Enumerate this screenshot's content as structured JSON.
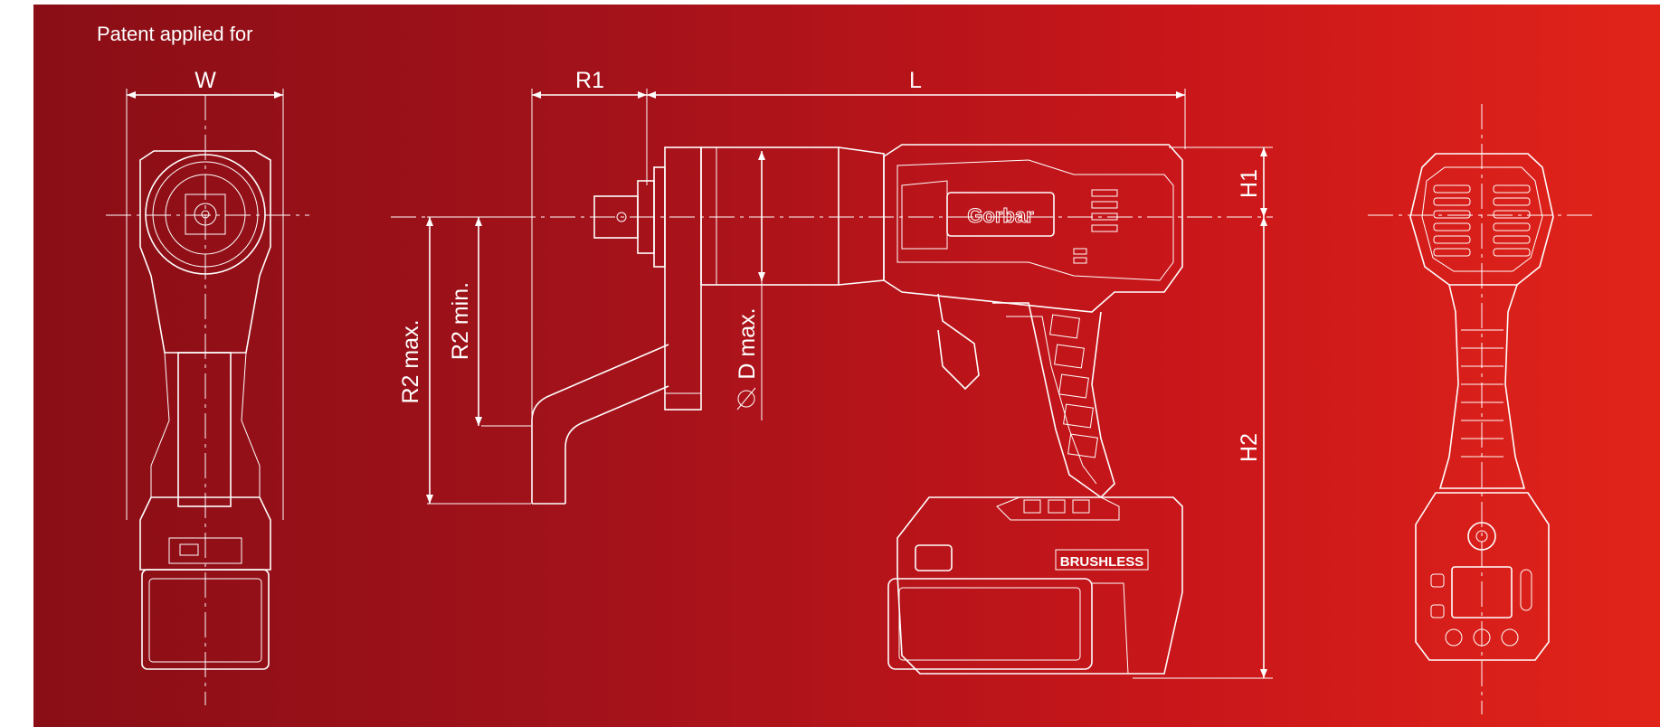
{
  "note": "Patent applied for",
  "brand_logo": "Gorbar",
  "battery_label": "BRUSHLESS",
  "dimensions": {
    "w": "W",
    "r1": "R1",
    "l": "L",
    "h1": "H1",
    "h2": "H2",
    "r2_max": "R2 max.",
    "r2_min": "R2 min.",
    "d_max": "D max."
  },
  "colors": {
    "background_start": "#8a0e16",
    "background_end": "#e1241a",
    "line": "#ffffff"
  }
}
